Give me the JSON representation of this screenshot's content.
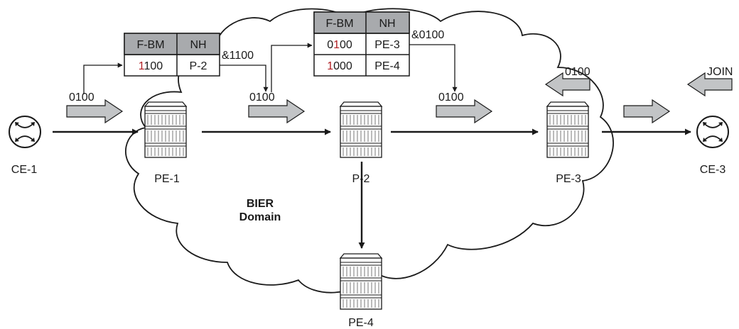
{
  "domain_label": {
    "line1": "BIER",
    "line2": "Domain"
  },
  "nodes": {
    "ce1": "CE-1",
    "pe1": "PE-1",
    "p2": "P-2",
    "pe3": "PE-3",
    "pe4": "PE-4",
    "ce3": "CE-3"
  },
  "packet_labels": {
    "ce1_to_pe1": "0100",
    "pe1_to_p2": "0100",
    "p2_to_pe3": "0100",
    "join_from_pe3": "0100",
    "join": "JOIN"
  },
  "and_ops": {
    "pe1": "&1100",
    "p2": "&0100"
  },
  "tables": {
    "pe1": {
      "headers": [
        "F-BM",
        "NH"
      ],
      "rows": [
        {
          "bm_highlight": "1",
          "bm_rest": "100",
          "nh": "P-2"
        }
      ]
    },
    "p2": {
      "headers": [
        "F-BM",
        "NH"
      ],
      "rows": [
        {
          "bm_prefix": "0",
          "bm_highlight": "1",
          "bm_rest": "00",
          "nh": "PE-3"
        },
        {
          "bm_highlight": "1",
          "bm_rest": "000",
          "nh": "PE-4"
        }
      ]
    }
  },
  "colors": {
    "header_fill": "#a8aaad",
    "arrow_fill": "#c2c4c6",
    "highlight_bit": "#b01e23",
    "line": "#1a1a1a"
  }
}
